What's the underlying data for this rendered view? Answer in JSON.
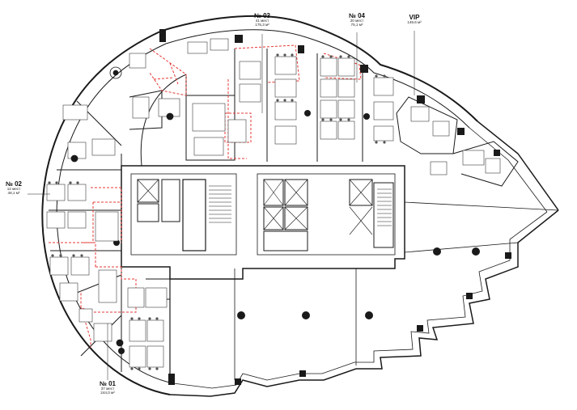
{
  "zones": [
    {
      "id": "zone-01",
      "name": "№ 01",
      "seats": "37 мест",
      "area": "244,0 м²"
    },
    {
      "id": "zone-02",
      "name": "№ 02",
      "seats": "12 мест",
      "area": "48,1 м²"
    },
    {
      "id": "zone-03",
      "name": "№ 03",
      "seats": "41 мест",
      "area": "175,3 м²"
    },
    {
      "id": "zone-04",
      "name": "№ 04",
      "seats": "20 мест",
      "area": "75,1 м²"
    },
    {
      "id": "zone-vip",
      "name": "VIP",
      "area": "149,6 м²"
    }
  ],
  "colors": {
    "walls": "#1a1a1a",
    "zone_boundary": "#e53935",
    "furniture": "#3a3a3a",
    "fill": "#ffffff"
  }
}
